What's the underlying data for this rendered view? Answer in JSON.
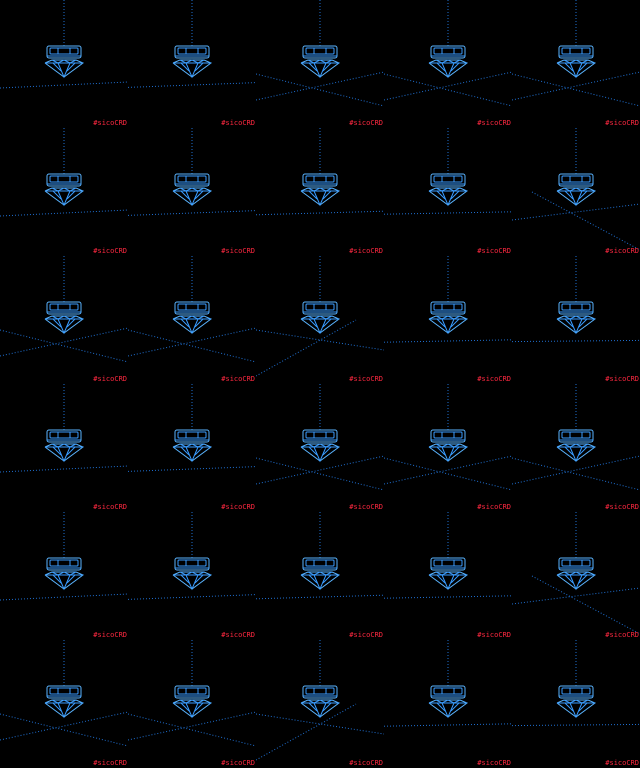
{
  "colors": {
    "background": "#000000",
    "wire": "#3a9cff",
    "wire_bright": "#5ab4ff",
    "dotted": "#1f6fd0",
    "label": "#ff2840"
  },
  "grid": {
    "columns": 5,
    "rows": 6
  },
  "frame_label": "#sicoCRD",
  "frames": [
    {
      "variant": "a"
    },
    {
      "variant": "a"
    },
    {
      "variant": "x"
    },
    {
      "variant": "x"
    },
    {
      "variant": "x"
    },
    {
      "variant": "a"
    },
    {
      "variant": "a"
    },
    {
      "variant": "a"
    },
    {
      "variant": "a"
    },
    {
      "variant": "d"
    },
    {
      "variant": "x"
    },
    {
      "variant": "x"
    },
    {
      "variant": "c"
    },
    {
      "variant": "a"
    },
    {
      "variant": "a"
    },
    {
      "variant": "a"
    },
    {
      "variant": "a"
    },
    {
      "variant": "x"
    },
    {
      "variant": "x"
    },
    {
      "variant": "x"
    },
    {
      "variant": "a"
    },
    {
      "variant": "a"
    },
    {
      "variant": "a"
    },
    {
      "variant": "a"
    },
    {
      "variant": "d"
    },
    {
      "variant": "x"
    },
    {
      "variant": "x"
    },
    {
      "variant": "c"
    },
    {
      "variant": "a"
    },
    {
      "variant": "a"
    }
  ]
}
